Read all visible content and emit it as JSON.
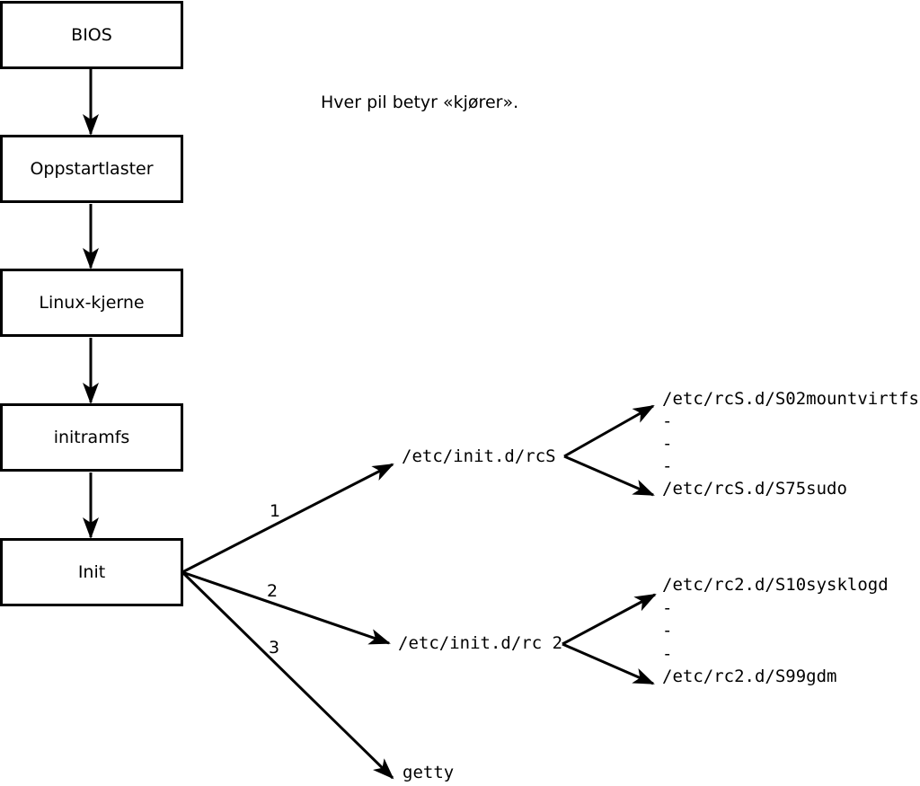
{
  "caption": "Hver pil betyr «kjører».",
  "colors": {
    "line": "#000000",
    "background": "#ffffff"
  },
  "boot_chain": [
    {
      "label": "BIOS"
    },
    {
      "label": "Oppstartlaster"
    },
    {
      "label": "Linux-kjerne"
    },
    {
      "label": "initramfs"
    },
    {
      "label": "Init"
    }
  ],
  "init_branches": [
    {
      "number": "1",
      "target": "/etc/init.d/rcS",
      "scripts": [
        "/etc/rcS.d/S02mountvirtfs",
        "-",
        "-",
        "-",
        "/etc/rcS.d/S75sudo"
      ]
    },
    {
      "number": "2",
      "target": "/etc/init.d/rc 2",
      "scripts": [
        "/etc/rc2.d/S10sysklogd",
        "-",
        "-",
        "-",
        "/etc/rc2.d/S99gdm"
      ]
    },
    {
      "number": "3",
      "target": "getty",
      "scripts": []
    }
  ]
}
